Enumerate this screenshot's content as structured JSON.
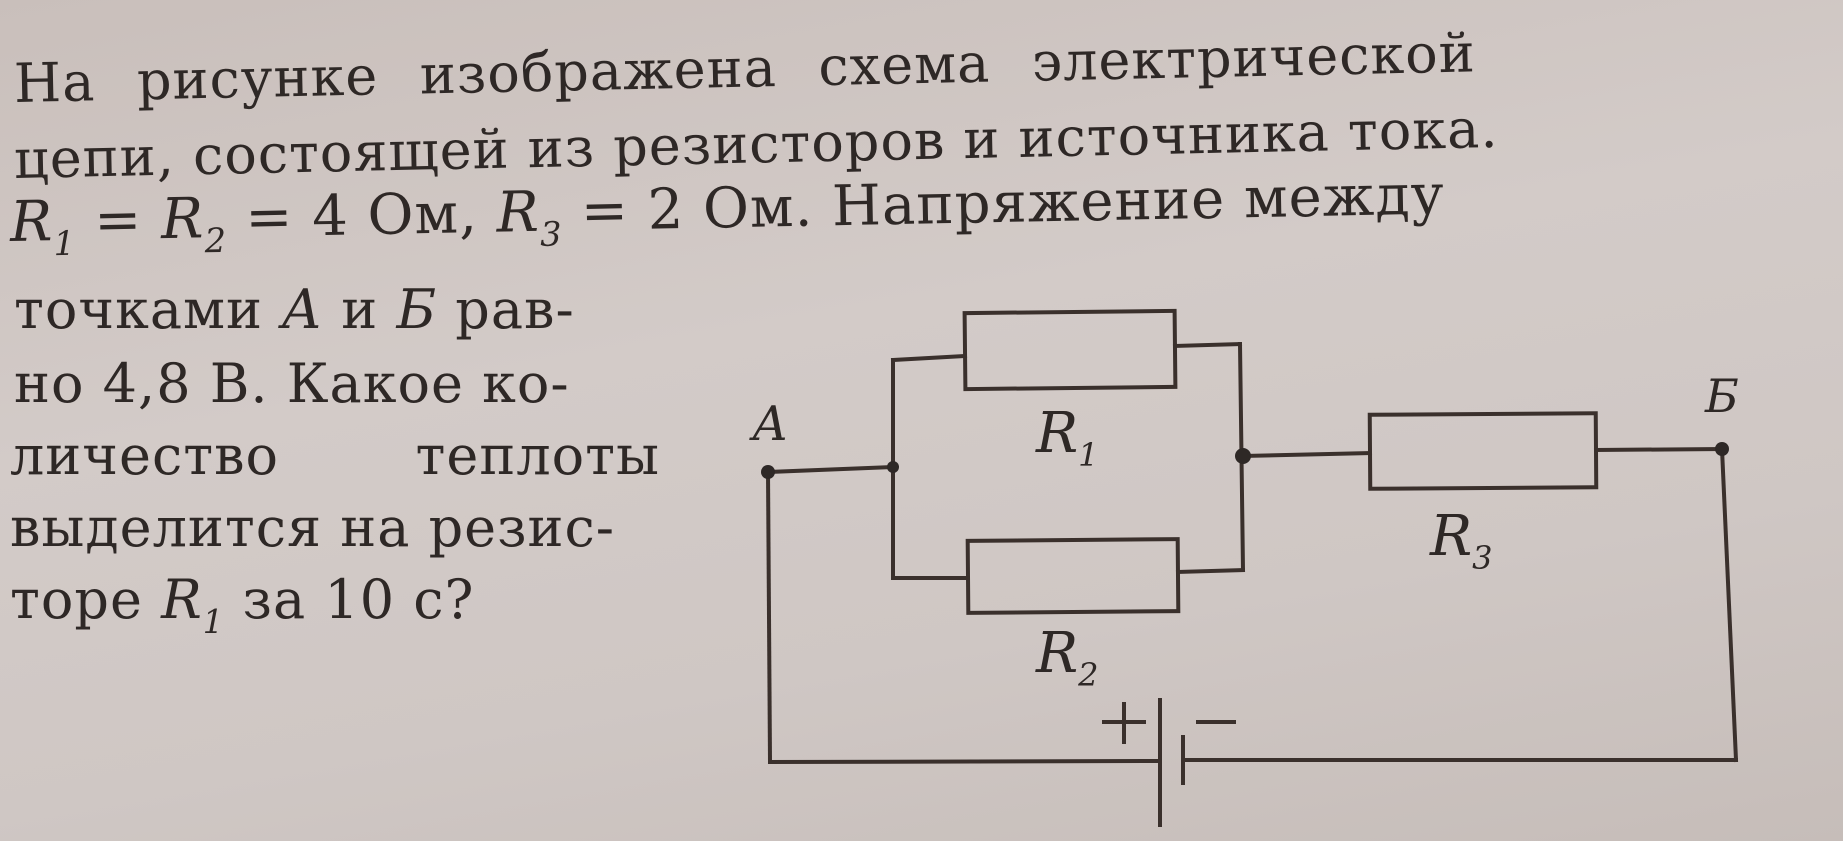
{
  "problem": {
    "lines": [
      [
        "На",
        "рисунке",
        "изображена",
        "схема",
        "электрической"
      ],
      "цепи, состоящей из резисторов и источника тока.",
      {
        "r1": "R",
        "r1_sub": "1",
        "eq1": " = ",
        "r2": "R",
        "r2_sub": "2",
        "val12": " = 4 Ом, ",
        "r3": "R",
        "r3_sub": "3",
        "val3": " = 2 Ом. Напряжение между"
      },
      {
        "pre": "точками ",
        "a": "А",
        "mid": " и ",
        "b": "Б",
        "post": " рав-"
      },
      "но 4,8 В. Какое ко-",
      [
        "личество",
        "теплоты"
      ],
      "выделится на резис-",
      {
        "pre": "торе ",
        "r": "R",
        "r_sub": "1",
        "post": " за 10 с?"
      }
    ]
  },
  "circuit": {
    "point_a": "А",
    "point_b": "Б",
    "resistors": [
      {
        "label": "R",
        "sub": "1",
        "ohms": 4
      },
      {
        "label": "R",
        "sub": "2",
        "ohms": 4
      },
      {
        "label": "R",
        "sub": "3",
        "ohms": 2
      }
    ],
    "battery": {
      "plus": "+",
      "minus": "−"
    }
  }
}
